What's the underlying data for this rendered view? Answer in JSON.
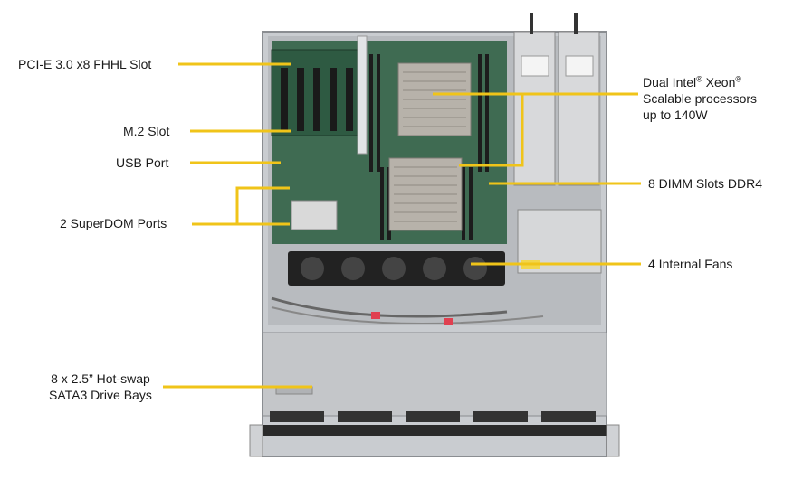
{
  "callouts": {
    "pcie": "PCI-E 3.0 x8 FHHL Slot",
    "m2": "M.2 Slot",
    "usb": "USB Port",
    "superdom": "2 SuperDOM Ports",
    "drives_line1": "8 x 2.5” Hot-swap",
    "drives_line2": "SATA3 Drive Bays",
    "cpu_line1_a": "Dual Intel",
    "cpu_line1_b": " Xeon",
    "cpu_registered": "®",
    "cpu_line2": "Scalable processors",
    "cpu_line3": "up to 140W",
    "dimm": "8 DIMM Slots DDR4",
    "fans": "4 Internal Fans"
  },
  "colors": {
    "callout_line": "#f0c419",
    "chassis": "#c9ccd0",
    "board": "#3f6b52",
    "heatsink": "#b7b2aa",
    "fan": "#222222",
    "psu": "#d8d9db"
  }
}
